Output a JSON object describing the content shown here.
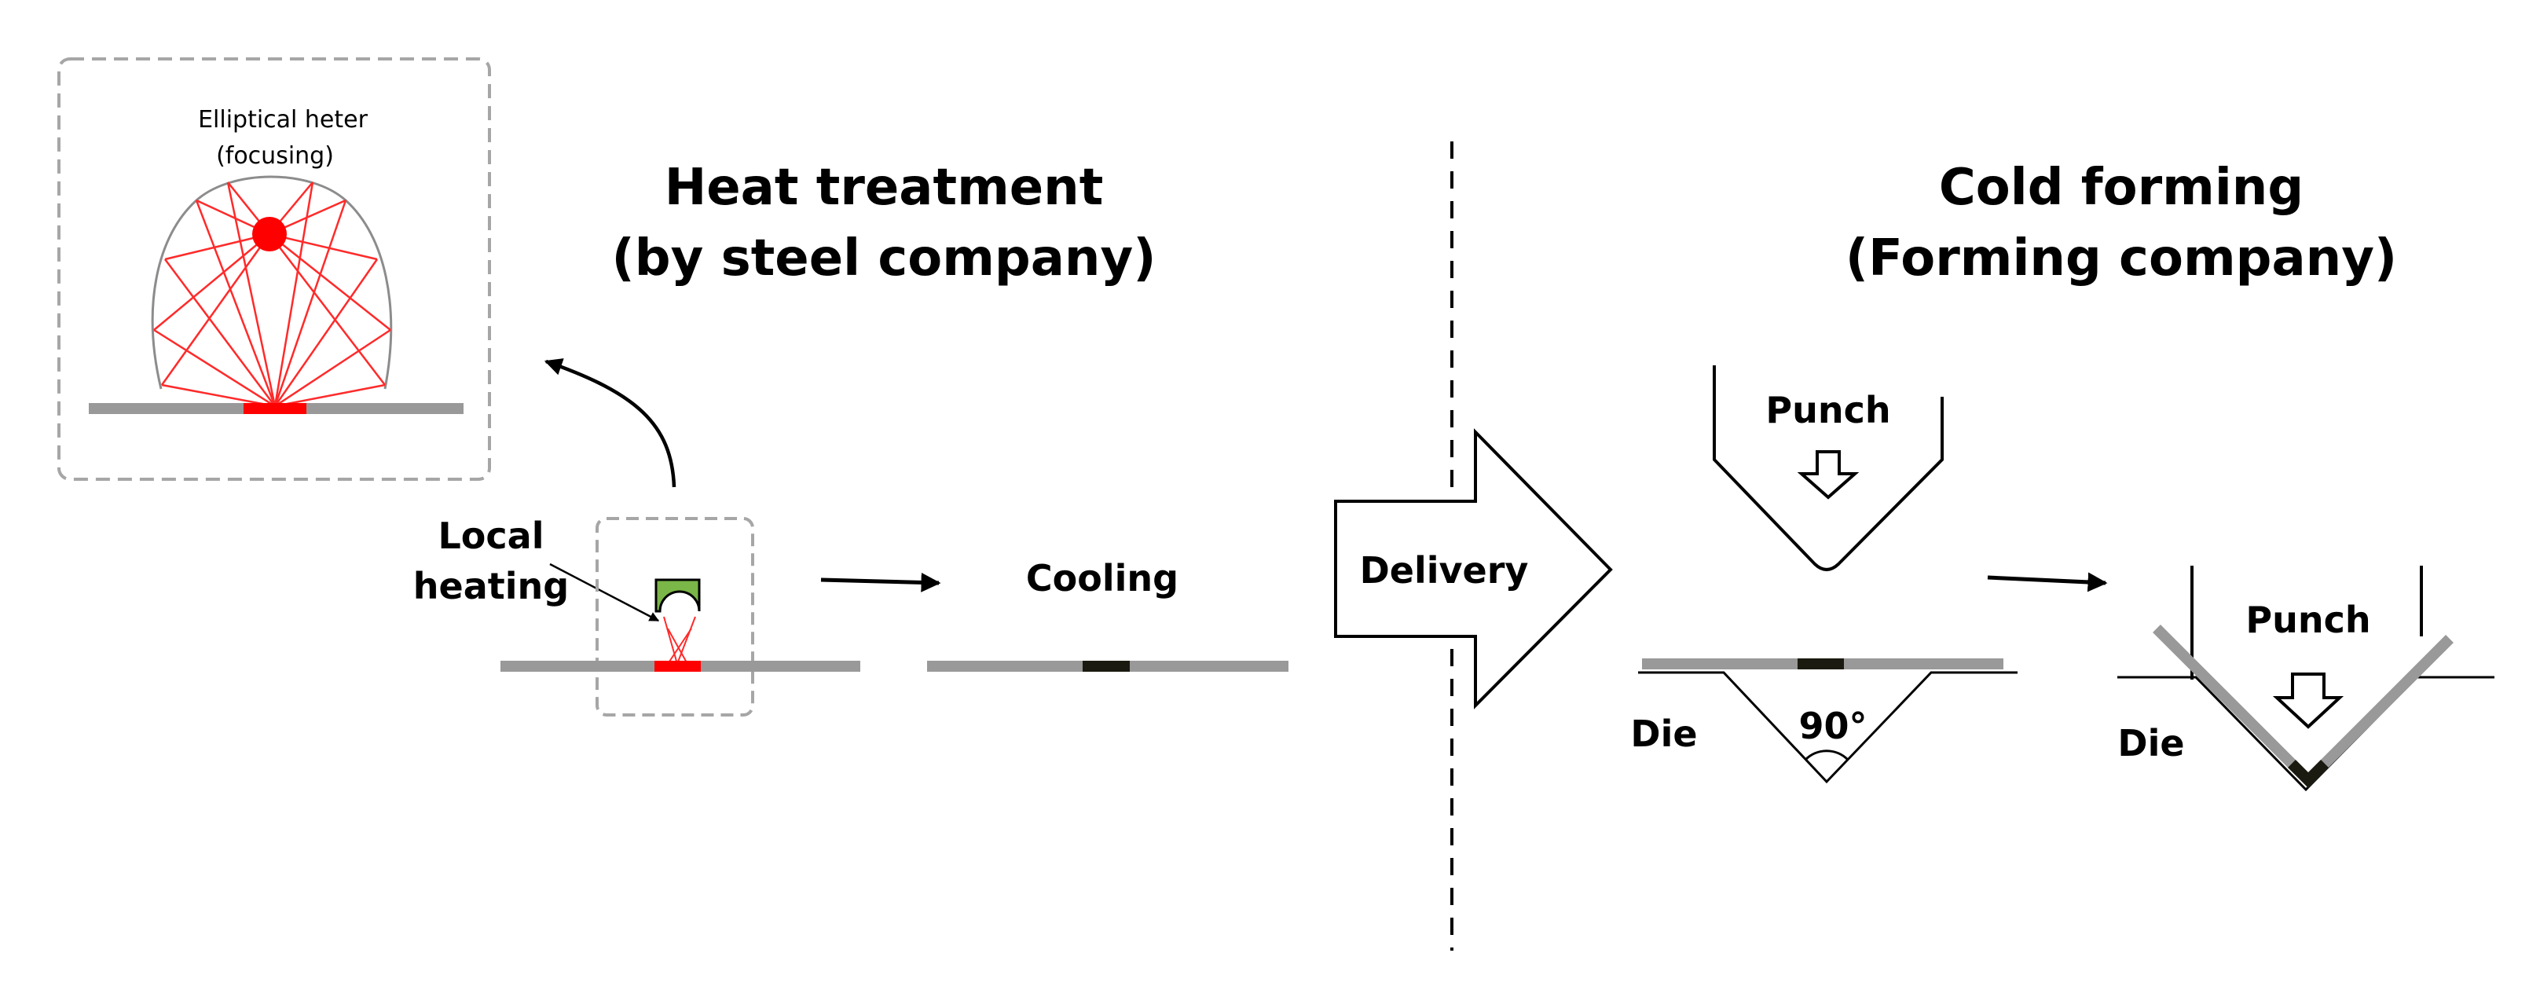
{
  "left_section": {
    "title_line1": "Heat treatment",
    "title_line2": "(by steel company)"
  },
  "right_section": {
    "title_line1": "Cold forming",
    "title_line2": "(Forming company)"
  },
  "inset": {
    "label_line1": "Elliptical heter",
    "label_line2": "(focusing)"
  },
  "steps": {
    "local_heating_line1": "Local",
    "local_heating_line2": "heating",
    "cooling": "Cooling",
    "delivery": "Delivery"
  },
  "tooling": {
    "punch_before": "Punch",
    "die_before": "Die",
    "angle": "90°",
    "punch_after": "Punch",
    "die_after": "Die"
  },
  "colors": {
    "strip": "#999999",
    "heated_zone": "#ff0000",
    "cooled_zone": "#1a1a10",
    "rays": "#ff2a2a",
    "heater_body": "#7ab648",
    "dashed_box": "#a6a6a6"
  }
}
